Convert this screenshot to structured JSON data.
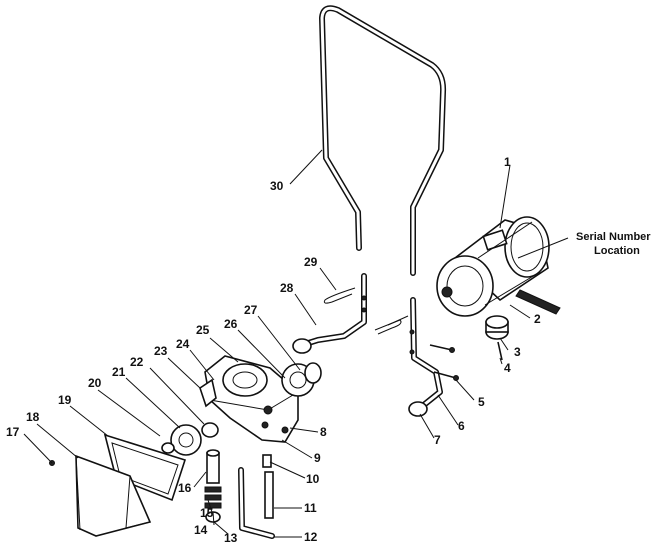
{
  "callouts": {
    "c1": "1",
    "c2": "2",
    "c3": "3",
    "c4": "4",
    "c5": "5",
    "c6": "6",
    "c7": "7",
    "c8": "8",
    "c9": "9",
    "c10": "10",
    "c11": "11",
    "c12": "12",
    "c13": "13",
    "c14": "14",
    "c15": "15",
    "c16": "16",
    "c17": "17",
    "c18": "18",
    "c19": "19",
    "c20": "20",
    "c21": "21",
    "c22": "22",
    "c23": "23",
    "c24": "24",
    "c25": "25",
    "c26": "26",
    "c27": "27",
    "c28": "28",
    "c29": "29",
    "c30": "30"
  },
  "serial_label": {
    "line1": "Serial Number",
    "line2": "Location"
  }
}
